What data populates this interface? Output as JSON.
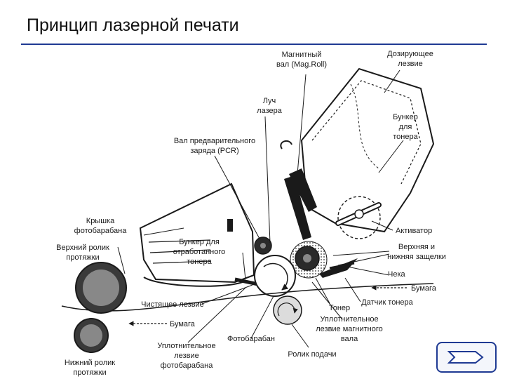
{
  "title": "Принцип лазерной печати",
  "labels": {
    "magroll": [
      "Магнитный",
      "вал (Mag.Roll)"
    ],
    "doctor_blade": [
      "Дозирующее",
      "лезвие"
    ],
    "laser": [
      "Луч",
      "лазера"
    ],
    "toner_hopper": [
      "Бункер",
      "для",
      "тонера"
    ],
    "pcr": [
      "Вал предварительного",
      "заряда (PCR)"
    ],
    "drum_cover": [
      "Крышка",
      "фотобарабана"
    ],
    "activator": [
      "Активатор"
    ],
    "upper_roller": [
      "Верхний ролик",
      "протяжки"
    ],
    "waste_hopper": [
      "Бункер для",
      "отработанного",
      "тонера"
    ],
    "latches": [
      "Верхняя и",
      "нижняя защелки"
    ],
    "pin": [
      "Чека"
    ],
    "paper_in": [
      "Бумага"
    ],
    "cleaning_blade": [
      "Чистящее лезвие"
    ],
    "toner": [
      "Тонер"
    ],
    "toner_sensor": [
      "Датчик тонера"
    ],
    "paper_out": [
      "Бумага"
    ],
    "magroll_seal": [
      "Уплотнительное",
      "лезвие магнитного",
      "вала"
    ],
    "drum": [
      "Фотобарабан"
    ],
    "lower_roller": [
      "Нижний ролик",
      "протяжки"
    ],
    "drum_seal": [
      "Уплотнительное",
      "лезвие",
      "фотобарабана"
    ],
    "feed_roller": [
      "Ролик подачи"
    ]
  },
  "colors": {
    "accent": "#1f3a93",
    "line": "#1a1a1a"
  },
  "nav": {
    "next_icon": "chevron-right-icon"
  }
}
